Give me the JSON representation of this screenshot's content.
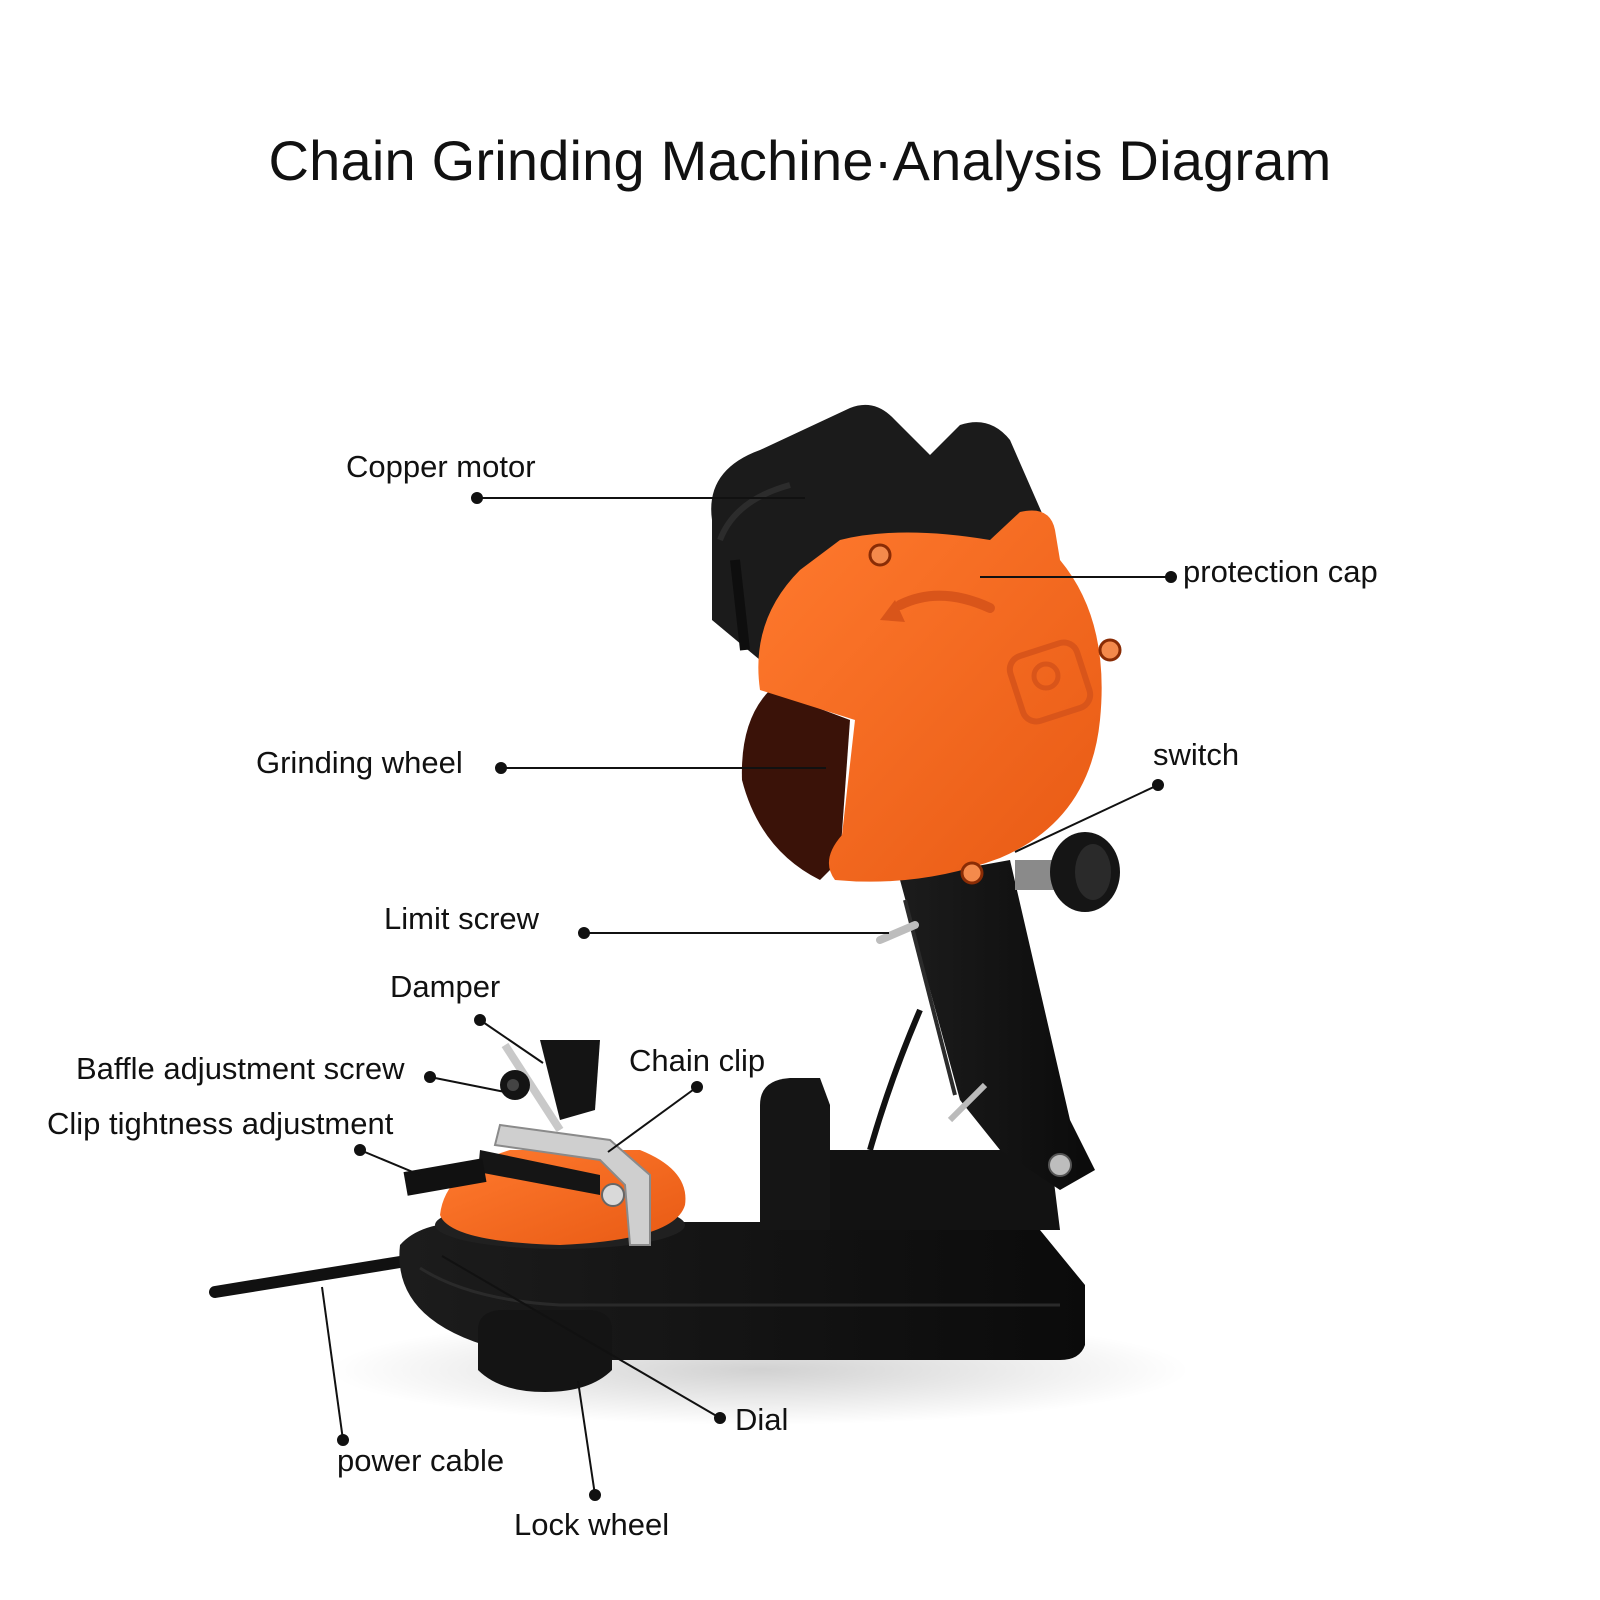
{
  "title": "Chain Grinding Machine·Analysis Diagram",
  "labels": {
    "copper_motor": "Copper motor",
    "protection_cap": "protection cap",
    "grinding_wheel": "Grinding wheel",
    "switch": "switch",
    "limit_screw": "Limit screw",
    "damper": "Damper",
    "baffle_adjustment_screw": "Baffle adjustment screw",
    "chain_clip": "Chain clip",
    "clip_tightness_adjustment": "Clip tightness adjustment",
    "dial": "Dial",
    "power_cable": "power cable",
    "lock_wheel": "Lock wheel"
  },
  "colors": {
    "body": "#141414",
    "orange": "#f26a21",
    "chrome": "#c9c9c9",
    "leader": "#111111"
  }
}
